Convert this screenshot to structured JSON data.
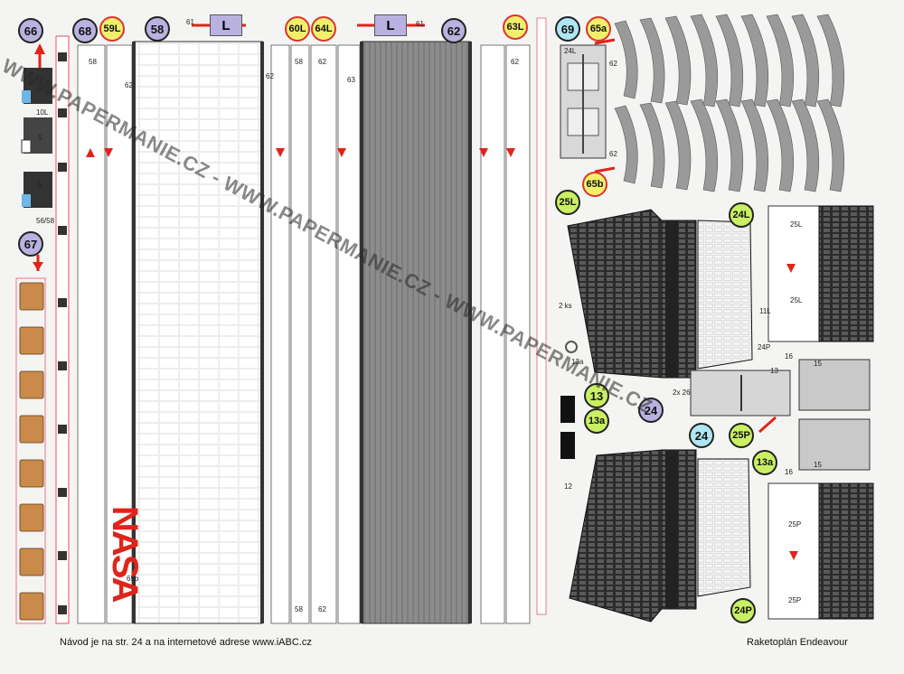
{
  "sheet": {
    "part_badges": [
      "66",
      "68",
      "59L",
      "58",
      "60L",
      "64L",
      "62",
      "63L",
      "69",
      "65a",
      "65b",
      "25L",
      "24L",
      "24",
      "24",
      "13",
      "13a",
      "13a",
      "25P",
      "24P",
      "67"
    ],
    "markers": [
      "L",
      "L"
    ],
    "nasa_logo": "NASA",
    "watermark": "WWW.PAPERMANIE.CZ - WWW.PAPERMANIE.CZ - WWW.PAPERMANIE.CZ",
    "small_labels": [
      "58",
      "62",
      "61",
      "62",
      "58",
      "62",
      "63",
      "58",
      "62",
      "62",
      "24L",
      "62",
      "62",
      "65b",
      "61",
      "2 ks",
      "13a",
      "12",
      "24P",
      "2x 26",
      "15",
      "16",
      "15",
      "16",
      "25L",
      "25L",
      "25P",
      "25P",
      "11L",
      "13",
      "10L",
      "5",
      "5",
      "56/58"
    ],
    "colors": {
      "accent_red": "#e0241a",
      "lavender": "#b9b2e0",
      "yellow": "#f2f06a",
      "green": "#c9ef63",
      "tan": "#c98a4a",
      "dark": "#2a2a2a",
      "grey": "#8a8a8a"
    }
  },
  "footer": {
    "instructions": "Návod je na str. 24 a na internetové adrese www.iABC.cz",
    "title": "Raketoplán Endeavour"
  }
}
